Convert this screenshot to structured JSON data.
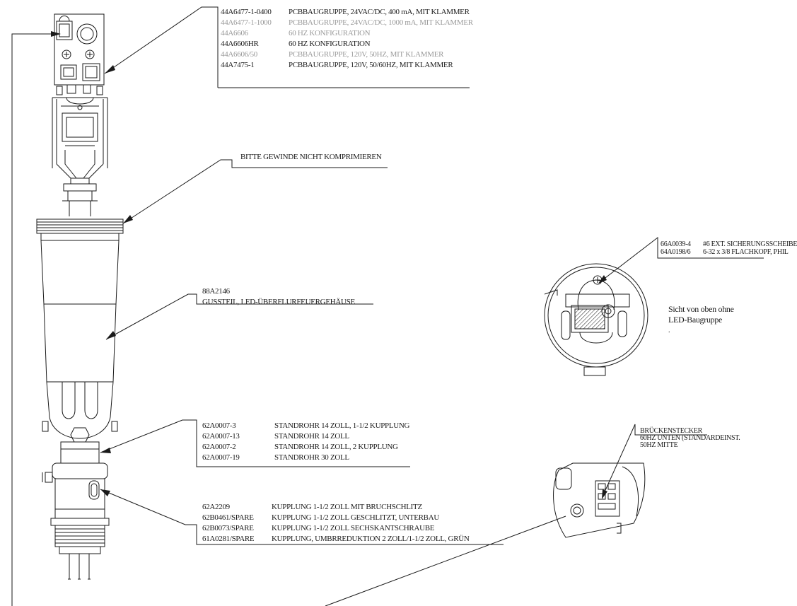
{
  "top_parts": [
    {
      "pn": "44A6477-1-0400",
      "desc": "PCBBAUGRUPPE, 24VAC/DC, 400 mA, MIT KLAMMER",
      "dim": false
    },
    {
      "pn": "44A6477-1-1000",
      "desc": "PCBBAUGRUPPE, 24VAC/DC, 1000 mA, MIT KLAMMER",
      "dim": true
    },
    {
      "pn": "44A6606",
      "desc": "60 HZ KONFIGURATION",
      "dim": true
    },
    {
      "pn": "44A6606HR",
      "desc": "60 HZ KONFIGURATION",
      "dim": false
    },
    {
      "pn": "44A6606/50",
      "desc": "PCBBAUGRUPPE, 120V, 50HZ, MIT KLAMMER",
      "dim": true
    },
    {
      "pn": "44A7475-1",
      "desc": "PCBBAUGRUPPE, 120V, 50/60HZ, MIT KLAMMER",
      "dim": false
    }
  ],
  "note_thread": "BITTE GEWINDE NICHT KOMPRIMIEREN",
  "housing": {
    "pn": "88A2146",
    "desc": "GUSSTEIL, LED-ÜBERFLURFEUERGEHÄUSE"
  },
  "tube_parts": [
    {
      "pn": "62A0007-3",
      "desc": "STANDROHR 14 ZOLL, 1-1/2 KUPPLUNG"
    },
    {
      "pn": "62A0007-13",
      "desc": "STANDROHR 14 ZOLL"
    },
    {
      "pn": "62A0007-2",
      "desc": "STANDROHR 14 ZOLL, 2 KUPPLUNG"
    },
    {
      "pn": "62A0007-19",
      "desc": "STANDROHR 30 ZOLL"
    }
  ],
  "coupling_parts": [
    {
      "pn": "62A2209",
      "desc": "KUPPLUNG 1-1/2 ZOLL MIT BRUCHSCHLITZ"
    },
    {
      "pn": "62B0461/SPARE",
      "desc": "KUPPLUNG 1-1/2 ZOLL GESCHLITZT, UNTERBAU"
    },
    {
      "pn": "62B0073/SPARE",
      "desc": "KUPPLUNG 1-1/2 ZOLL SECHSKANTSCHRAUBE"
    },
    {
      "pn": "61A0281/SPARE",
      "desc": "KUPPLUNG, UMBRREDUKTION 2 ZOLL/1-1/2 ZOLL, GRÜN"
    }
  ],
  "screw_parts": [
    {
      "pn": "66A0039-4",
      "desc": "#6 EXT. SICHERUNGSSCHEIBE"
    },
    {
      "pn": "64A0198/6",
      "desc": "6-32 x 3/8 FLACHKOPF, PHIL"
    }
  ],
  "top_view_caption": [
    "Sicht von oben ohne",
    "LED-Baugruppe"
  ],
  "caption_dot": ".",
  "jumper": [
    "BRÜCKENSTECKER",
    "60HZ UNTEN (STANDARDEINST.",
    "50HZ MITTE"
  ]
}
